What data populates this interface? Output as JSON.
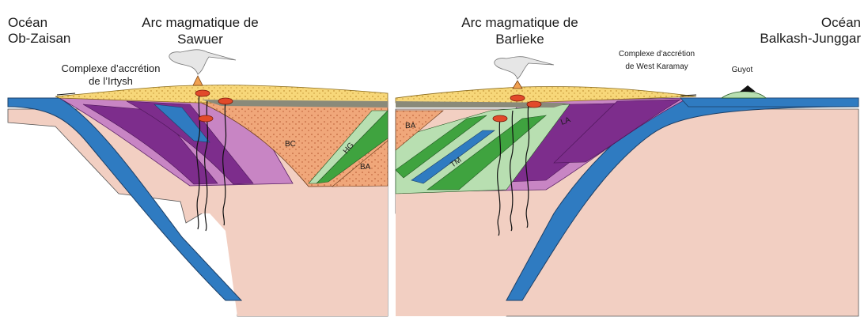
{
  "left_panel": {
    "ocean_line1": "Océan",
    "ocean_line2": "Ob-Zaisan",
    "arc_line1": "Arc magmatique de",
    "arc_line2": "Sawuer",
    "accretion_line1": "Complexe d’accrétion",
    "accretion_line2": "de l’Irtysh",
    "unit_bc": "BC",
    "unit_ba": "BA",
    "unit_hg": "HG"
  },
  "right_panel": {
    "arc_line1": "Arc magmatique de",
    "arc_line2": "Barlieke",
    "ocean_line1": "Océan",
    "ocean_line2": "Balkash-Junggar",
    "accretion_line1": "Complexe d’accrétion",
    "accretion_line2": "de West Karamay",
    "guyot": "Guyot",
    "unit_ba": "BA",
    "unit_tm": "TM",
    "unit_la": "LA"
  },
  "colors": {
    "ocean_blue": "#2f7bc1",
    "mantle": "#f2cfc2",
    "crust_orange": "#f0a77a",
    "sediment_yellow": "#f7d779",
    "purple_dark": "#7d2d8c",
    "purple_light": "#c885c4",
    "green_dark": "#3fa33f",
    "green_light": "#b8dfb1",
    "magma_red": "#e24a2a"
  }
}
